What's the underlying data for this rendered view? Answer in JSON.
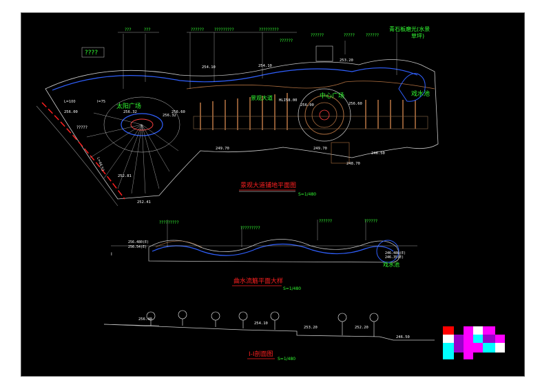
{
  "drawing": {
    "plan_title": "景观大道铺地平面图",
    "plan_scale": "S=1/480",
    "detail_title": "曲水流觞平面大样",
    "detail_scale": "S=1/480",
    "section_title": "I-I剖面图",
    "section_scale": "S=1/480"
  },
  "labels": {
    "sun_plaza": "太阳广场",
    "central_plaza": "中心广场",
    "avenue": "景观大道",
    "pond": "戏水池",
    "pond_detail": "戏水池",
    "top_note_line1": "青石板磨光(水景",
    "top_note_line2": "草坪)",
    "box_note": "????"
  },
  "elevations": {
    "e1": "256.00",
    "e2": "256.32",
    "e3": "256.60",
    "e4": "254.10",
    "e5": "254.10",
    "e6": "253.20",
    "e7": "HLI58.00",
    "e8": "256.00",
    "e9": "249.70",
    "e10": "249.70",
    "e11": "248.70",
    "e12": "246.50",
    "e13": "252.81",
    "e14": "252.41",
    "e15": "256.60",
    "e16": "256.32",
    "d1": "256.480(E)",
    "d2": "256.54(E)",
    "d3": "246.480(E)",
    "d4": "246.35(E)",
    "s1": "256.40",
    "s2": "254.10",
    "s3": "253.20",
    "s4": "252.20",
    "s5": "246.50"
  },
  "callouts": {
    "c1": "???",
    "c2": "???",
    "c3": "??????",
    "c4": "?????????",
    "c5": "?????????",
    "c6": "??????",
    "c7": "??????",
    "c8": "?????",
    "c9": "??????",
    "d_c1": "?????????",
    "d_c2": "?????????",
    "d_c3": "??????",
    "d_c4": "??????",
    "sec_label": "I",
    "dim_left": "L=100",
    "dim_mid": "I=75",
    "dim_vert": "L=46.52",
    "side_label": "?????"
  },
  "colors": {
    "red_title": "#ff2020",
    "green_text": "#33ff33",
    "outline": "#ffffff",
    "path_blue": "#3060ff",
    "paving_brown": "#b07040",
    "tree_green": "#20c040"
  },
  "legend_blocks": [
    "#ff00ff",
    "#00ffff",
    "#ff0000",
    "#ffffff",
    "#9900cc"
  ]
}
